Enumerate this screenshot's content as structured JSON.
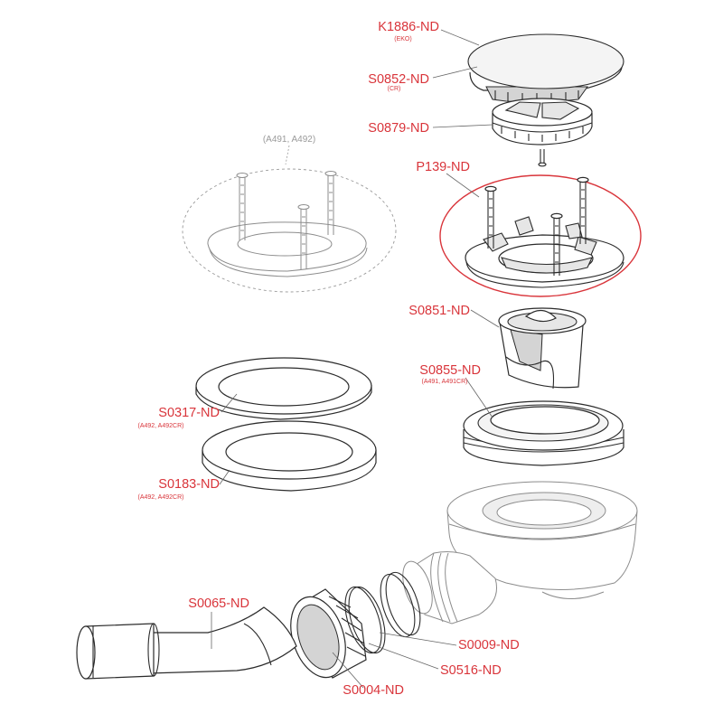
{
  "callouts": [
    {
      "id": "k1886",
      "code": "K1886-ND",
      "note": "(EKO)"
    },
    {
      "id": "s0852",
      "code": "S0852-ND",
      "note": "(CR)"
    },
    {
      "id": "s0879",
      "code": "S0879-ND",
      "note": ""
    },
    {
      "id": "p139",
      "code": "P139-ND",
      "note": ""
    },
    {
      "id": "s0851",
      "code": "S0851-ND",
      "note": ""
    },
    {
      "id": "s0855",
      "code": "S0855-ND",
      "note": "(A491, A491CR)"
    },
    {
      "id": "s0317",
      "code": "S0317-ND",
      "note": "(A492, A492CR)"
    },
    {
      "id": "s0183",
      "code": "S0183-ND",
      "note": "(A492, A492CR)"
    },
    {
      "id": "s0065",
      "code": "S0065-ND",
      "note": ""
    },
    {
      "id": "s0009",
      "code": "S0009-ND",
      "note": ""
    },
    {
      "id": "s0516",
      "code": "S0516-ND",
      "note": ""
    },
    {
      "id": "s0004",
      "code": "S0004-ND",
      "note": ""
    }
  ],
  "alt_group_note": "(A491, A492)",
  "colors": {
    "label": "#d9353b",
    "highlight_ring": "#d9353b",
    "line_art": "#2b2b2b",
    "ghost_art": "#8c8c8c"
  }
}
